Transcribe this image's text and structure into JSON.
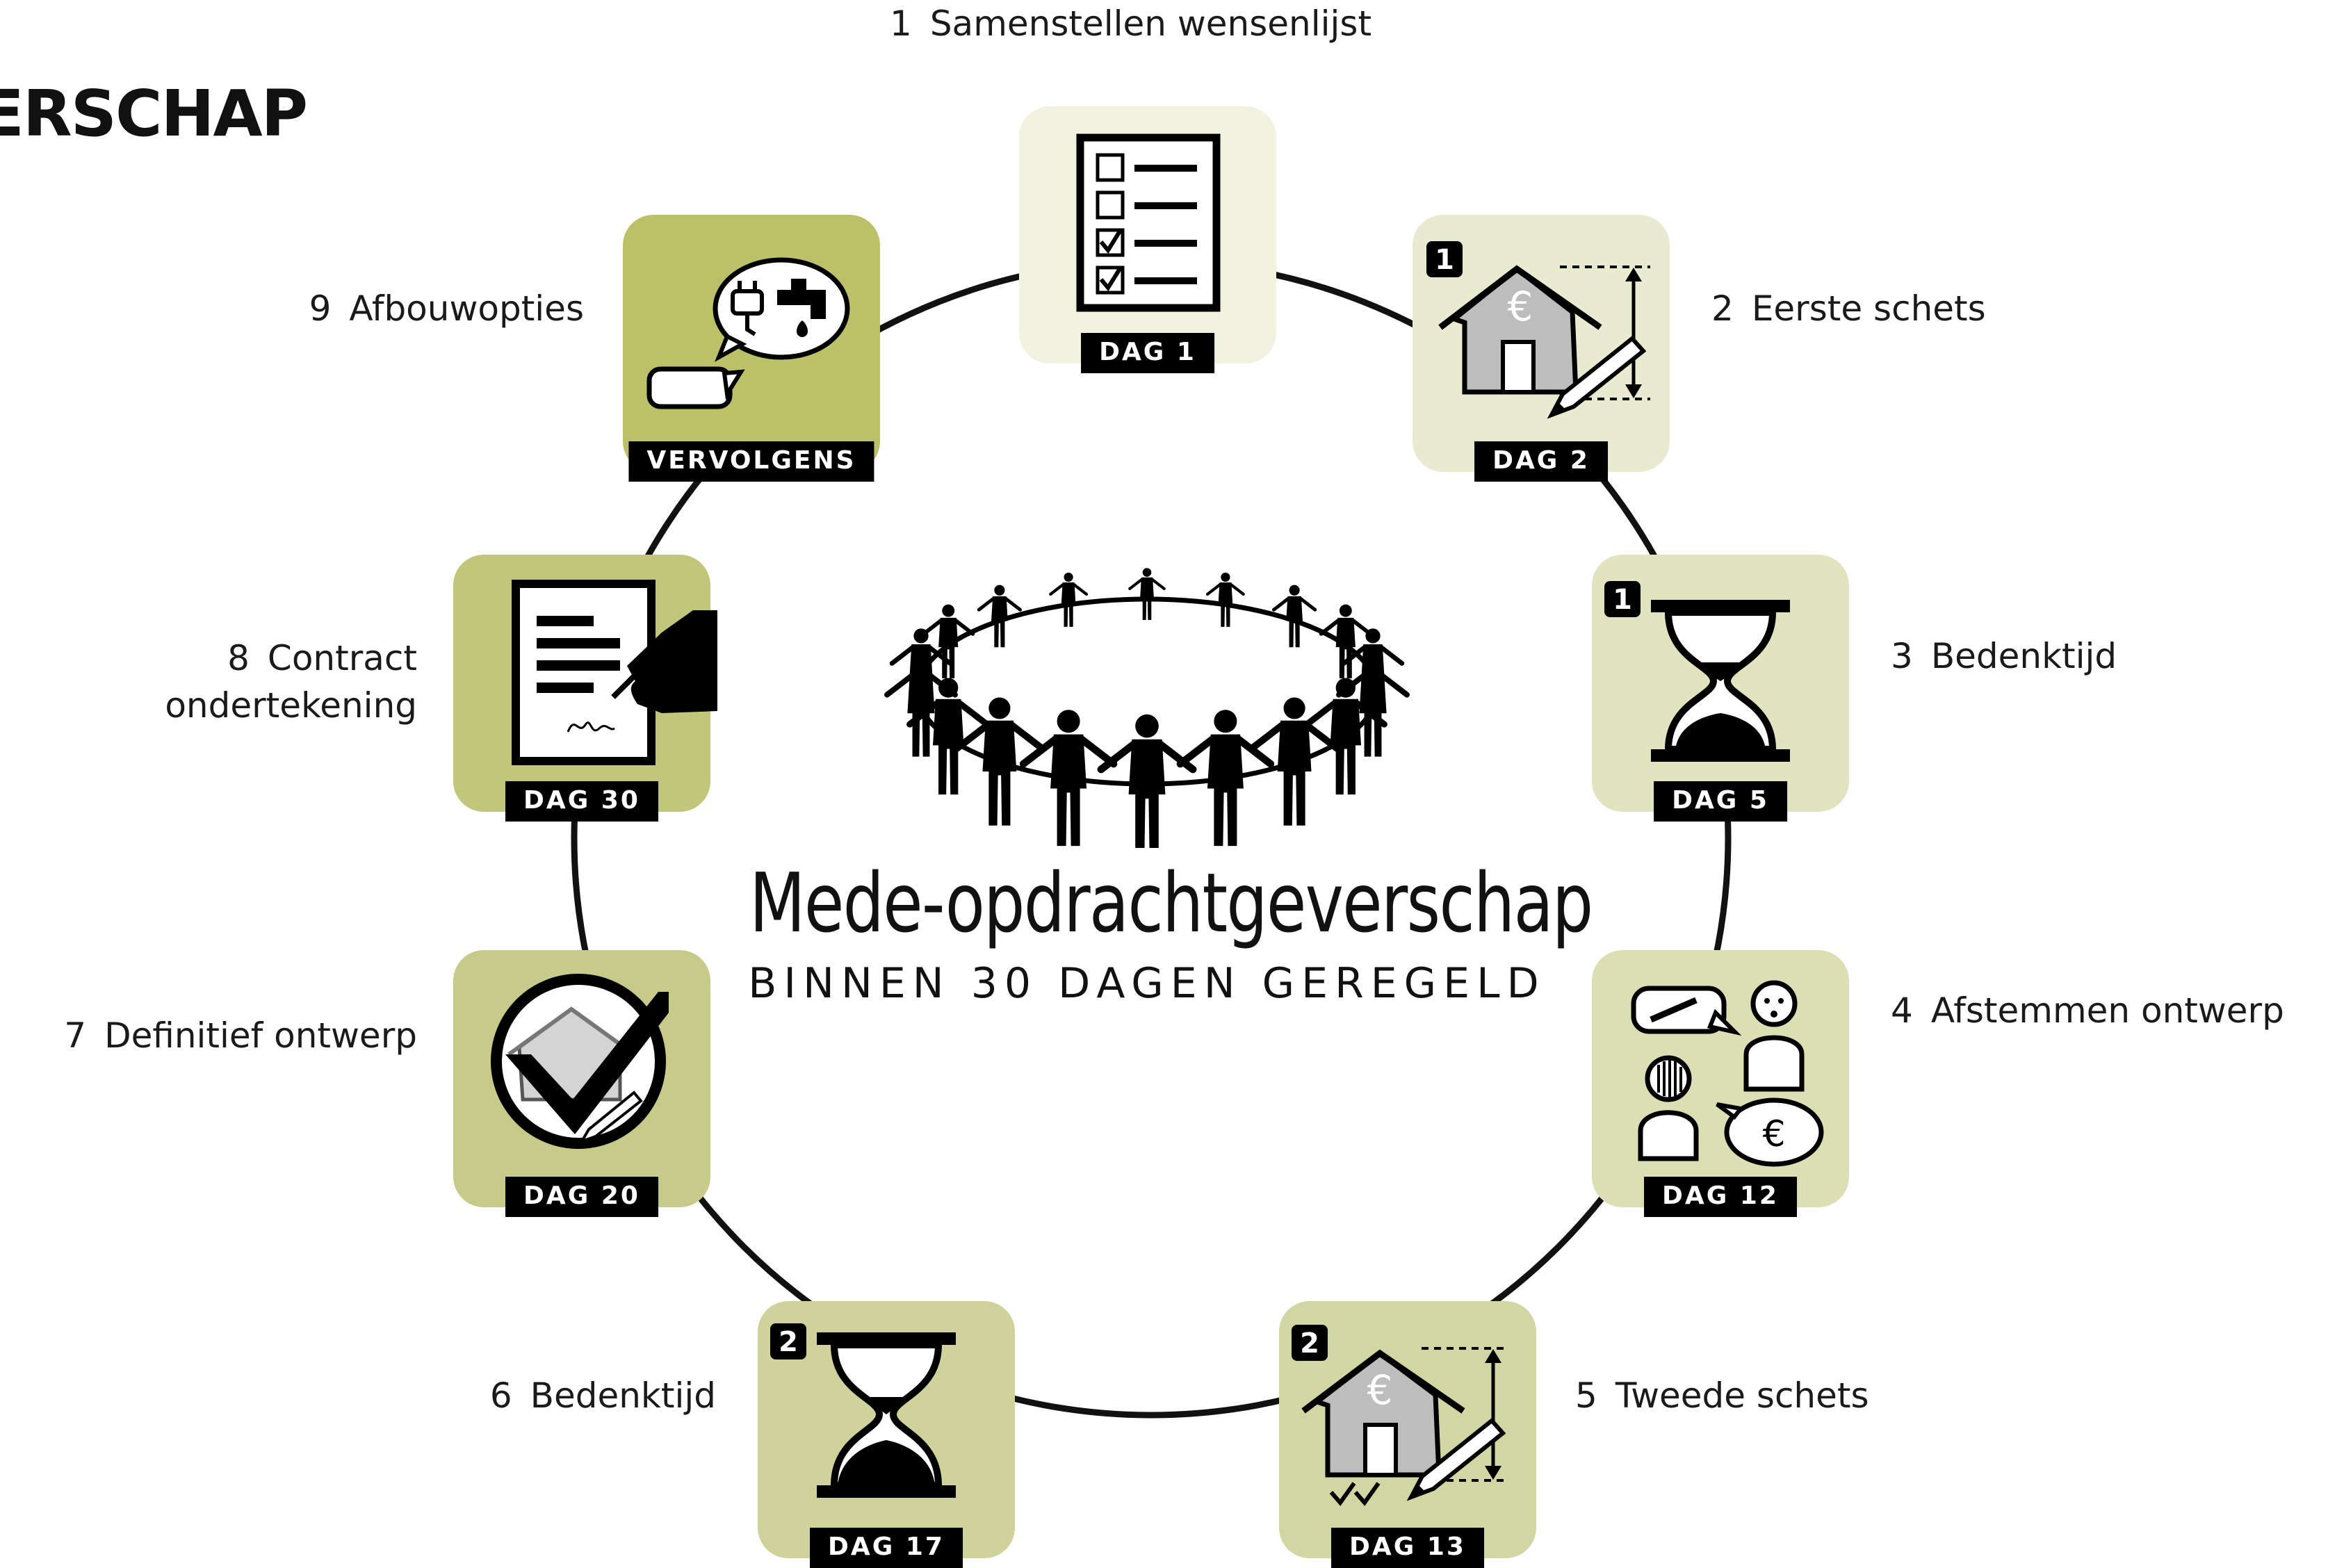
{
  "corner_title": "ERSCHAP",
  "title": "Mede-opdrachtgeverschap",
  "subtitle": "BINNEN 30 DAGEN GEREGELD",
  "colors": {
    "light": "#f1f2e0",
    "light_mid": "#e9ebd0",
    "mid": "#dcdfb4",
    "mid_dark": "#cfd39b",
    "dark": "#bcc068",
    "ring": "#111111",
    "badge": "#000000"
  },
  "steps": [
    {
      "num": "1",
      "label": "Samenstellen wensenlijst",
      "day": "DAG 1",
      "icon": "checklist-icon"
    },
    {
      "num": "2",
      "label": "Eerste schets",
      "day": "DAG 2",
      "icon": "house-sketch-icon",
      "badge": "1"
    },
    {
      "num": "3",
      "label": "Bedenktijd",
      "day": "DAG 5",
      "icon": "hourglass-icon",
      "badge": "1"
    },
    {
      "num": "4",
      "label": "Afstemmen ontwerp",
      "day": "DAG 12",
      "icon": "discussion-icon",
      "euro": "€"
    },
    {
      "num": "5",
      "label": "Tweede schets",
      "day": "DAG 13",
      "icon": "house-sketch-approved-icon",
      "badge": "2"
    },
    {
      "num": "6",
      "label": "Bedenktijd",
      "day": "DAG 17",
      "icon": "hourglass-icon",
      "badge": "2"
    },
    {
      "num": "7",
      "label": "Definitief ontwerp",
      "day": "DAG 20",
      "icon": "approved-design-icon"
    },
    {
      "num": "8",
      "label_line1": "Contract",
      "label_line2": "ondertekening",
      "day": "DAG 30",
      "icon": "contract-signing-icon"
    },
    {
      "num": "9",
      "label": "Afbouwopties",
      "day": "VERVOLGENS",
      "icon": "utilities-options-icon"
    }
  ]
}
